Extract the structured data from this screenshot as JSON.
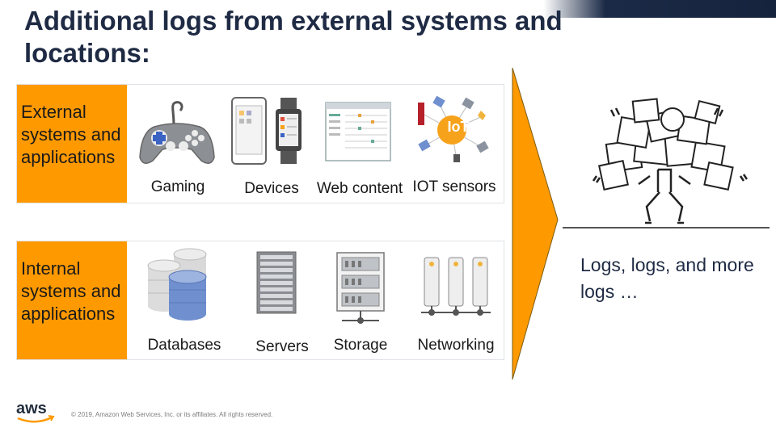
{
  "slide": {
    "title": "Additional logs from external systems and locations:",
    "external": {
      "category": "External systems and applications",
      "items": [
        {
          "label": "Gaming",
          "icon": "game-controller-icon"
        },
        {
          "label": "Devices",
          "icon": "devices-icon"
        },
        {
          "label": "Web content",
          "icon": "web-content-icon"
        },
        {
          "label": "IOT sensors",
          "icon": "iot-sensors-icon"
        }
      ]
    },
    "internal": {
      "category": "Internal systems and applications",
      "items": [
        {
          "label": "Databases",
          "icon": "databases-icon"
        },
        {
          "label": "Servers",
          "icon": "server-rack-icon"
        },
        {
          "label": "Storage",
          "icon": "storage-icon"
        },
        {
          "label": "Networking",
          "icon": "networking-icon"
        }
      ]
    },
    "iot_badge": "IoT",
    "caption": "Logs, logs, and more logs …",
    "copyright": "© 2019, Amazon Web Services, Inc. or its affiliates. All rights reserved.",
    "logo_text": "aws"
  },
  "colors": {
    "accent": "#ff9900",
    "title": "#1f2b44",
    "db_blue": "#6f8fcf"
  }
}
